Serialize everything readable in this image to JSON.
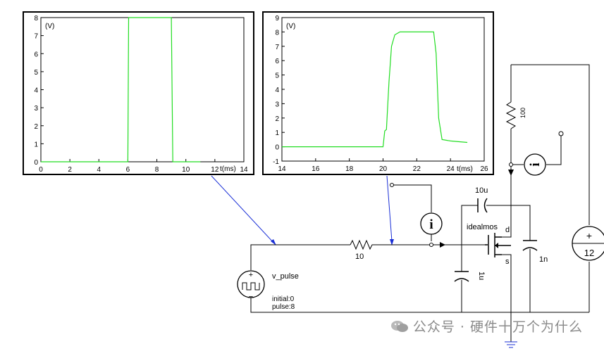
{
  "plots": [
    {
      "id": "pulse",
      "y_unit": "(V)",
      "x_unit": "t(ms)",
      "x_ticks": [
        "0",
        "2",
        "4",
        "6",
        "8",
        "10",
        "12",
        "14"
      ],
      "y_ticks": [
        "0",
        "1",
        "2",
        "3",
        "4",
        "5",
        "6",
        "7",
        "8"
      ],
      "trace_color": "#22dd22"
    },
    {
      "id": "gate",
      "y_unit": "(V)",
      "x_unit": "t(ms)",
      "x_ticks": [
        "14",
        "16",
        "18",
        "20",
        "22",
        "24",
        "26"
      ],
      "y_ticks": [
        "-1",
        "0",
        "1",
        "2",
        "3",
        "4",
        "5",
        "6",
        "7",
        "8",
        "9"
      ],
      "trace_color": "#22dd22"
    }
  ],
  "chart_data": [
    {
      "type": "line",
      "xlabel": "t(ms)",
      "ylabel": "(V)",
      "xlim": [
        0,
        14
      ],
      "ylim": [
        0,
        8
      ],
      "series": [
        {
          "x": [
            0,
            6,
            6.05,
            9,
            9.1,
            11
          ],
          "y": [
            0,
            0,
            8,
            8,
            0,
            0
          ]
        }
      ]
    },
    {
      "type": "line",
      "xlabel": "t(ms)",
      "ylabel": "(V)",
      "xlim": [
        14,
        26
      ],
      "ylim": [
        -1,
        9
      ],
      "series": [
        {
          "x": [
            14,
            20,
            20.1,
            20.2,
            20.35,
            20.5,
            20.7,
            21,
            23,
            23.15,
            23.3,
            23.5,
            24,
            25
          ],
          "y": [
            0,
            0,
            1.1,
            1.2,
            4.5,
            7,
            7.8,
            8,
            8,
            6.5,
            2,
            0.5,
            0.4,
            0.3
          ]
        }
      ]
    }
  ],
  "schematic": {
    "source_name": "v_pulse",
    "source_initial": "initial:0",
    "source_pulse": "pulse:8",
    "gate_resistor": "10",
    "drain_resistor": "100",
    "gs_capacitor": "1u",
    "gd_capacitor": "10u",
    "ds_capacitor": "1n",
    "mosfet_name": "idealmos",
    "drain_label": "d",
    "source_label": "s",
    "supply_voltage": "12",
    "current_probe_symbol": "i"
  },
  "watermark": {
    "text": "公众号 · 硬件十万个为什么",
    "icon": "wechat-icon"
  }
}
